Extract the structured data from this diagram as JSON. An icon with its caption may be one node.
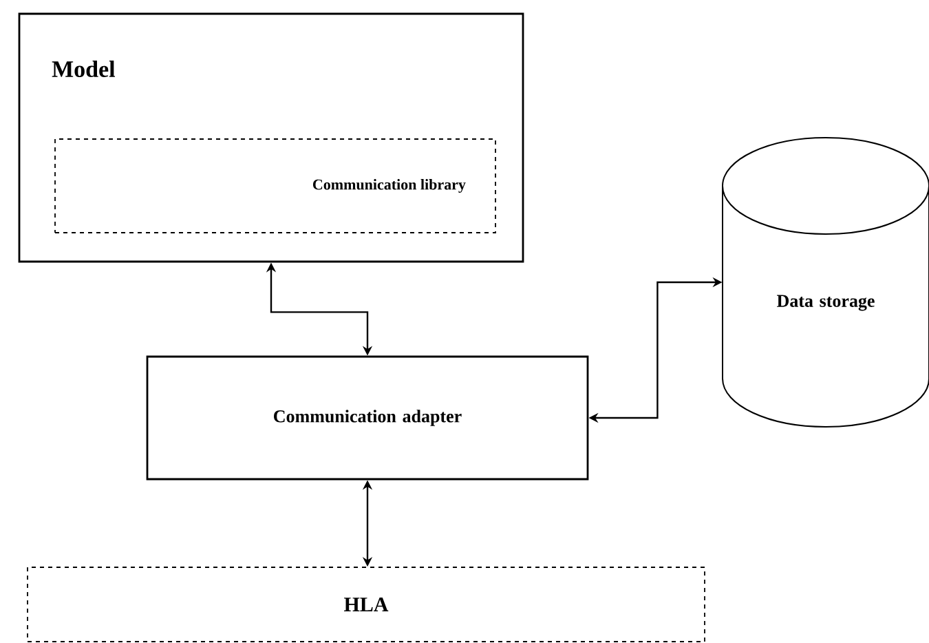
{
  "diagram": {
    "nodes": [
      {
        "text": [
          "Model"
        ]
      },
      {
        "text": [
          "Communication library"
        ],
        "in": 0
      },
      {
        "text": [
          "Data storage"
        ]
      },
      {
        "text": [
          "Communication adapter"
        ]
      },
      {
        "text": [
          "HLA"
        ]
      }
    ],
    "edges": [
      {
        "from": 0,
        "to": 3,
        "arrow": "both"
      },
      {
        "from": 3,
        "to": 2,
        "arrow": "both"
      },
      {
        "from": 3,
        "to": 4,
        "arrow": "both"
      }
    ]
  }
}
